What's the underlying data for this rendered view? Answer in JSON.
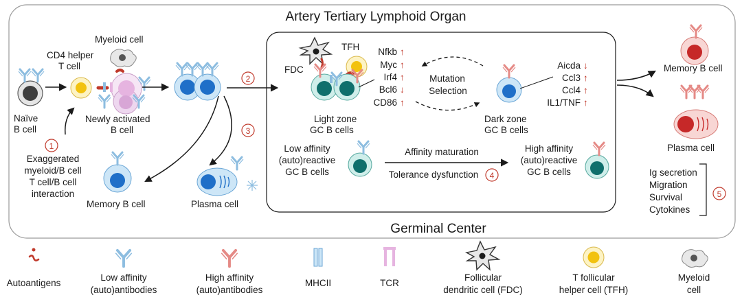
{
  "title": "Artery Tertiary Lymphoid Organ",
  "footer_title": "Germinal Center",
  "left": {
    "myeloid": "Myeloid cell",
    "cd4_1": "CD4 helper",
    "cd4_2": "T cell",
    "naive_1": "Naïve",
    "naive_2": "B cell",
    "activated_1": "Newly activated",
    "activated_2": "B cell",
    "step": "1",
    "interaction": [
      "Exaggerated",
      "myeloid/B cell",
      "T cell/B cell",
      "interaction"
    ],
    "memory": "Memory B cell",
    "plasma": "Plasma cell"
  },
  "steps": {
    "s2": "2",
    "s3": "3",
    "s4": "4",
    "s5": "5"
  },
  "gc": {
    "fdc": "FDC",
    "tfh": "TFH",
    "light_genes": [
      "Nfkb",
      "Myc",
      "Irf4",
      "Bcl6",
      "CD86"
    ],
    "light_dirs": [
      "↑",
      "↑",
      "↑",
      "↓",
      "↑"
    ],
    "mutation": "Mutation",
    "selection": "Selection",
    "light_1": "Light zone",
    "light_2": "GC B cells",
    "dark_genes": [
      "Aicda",
      "Ccl3",
      "Ccl4",
      "IL1/TNF"
    ],
    "dark_dirs": [
      "↓",
      "↑",
      "↑",
      "↑"
    ],
    "dark_1": "Dark zone",
    "dark_2": "GC B cells",
    "low_aff": [
      "Low affinity",
      "(auto)reactive",
      "GC B cells"
    ],
    "high_aff": [
      "High affinity",
      "(auto)reactive",
      "GC B cells"
    ],
    "maturation": "Affinity maturation",
    "tolerance": "Tolerance dysfunction"
  },
  "right": {
    "memory": "Memory B cell",
    "plasma": "Plasma cell",
    "functions": [
      "Ig secretion",
      "Migration",
      "Survival",
      "Cytokines"
    ]
  },
  "legend": [
    {
      "lines": [
        "Autoantigens"
      ]
    },
    {
      "lines": [
        "Low affinity",
        "(auto)antibodies"
      ]
    },
    {
      "lines": [
        "High affinity",
        "(auto)antibodies"
      ]
    },
    {
      "lines": [
        "MHCII"
      ]
    },
    {
      "lines": [
        "TCR"
      ]
    },
    {
      "lines": [
        "Follicular",
        "dendritic cell (FDC)"
      ]
    },
    {
      "lines": [
        "T follicular",
        "helper cell (TFH)"
      ]
    },
    {
      "lines": [
        "Myeloid",
        "cell"
      ]
    }
  ],
  "colors": {
    "blue_membrane": "#cde6f7",
    "blue_nucleus": "#1f6fc8",
    "teal_membrane": "#cfeeea",
    "teal_nucleus": "#0f6f6c",
    "red_membrane": "#f8d6d4",
    "red_nucleus": "#c62828",
    "red_accent": "#c0392b",
    "gold": "#f2c20f",
    "gray": "#7a7a7a",
    "lowab": "#8dbde0",
    "highab": "#e58a86",
    "tcr": "#e6b4e0"
  }
}
